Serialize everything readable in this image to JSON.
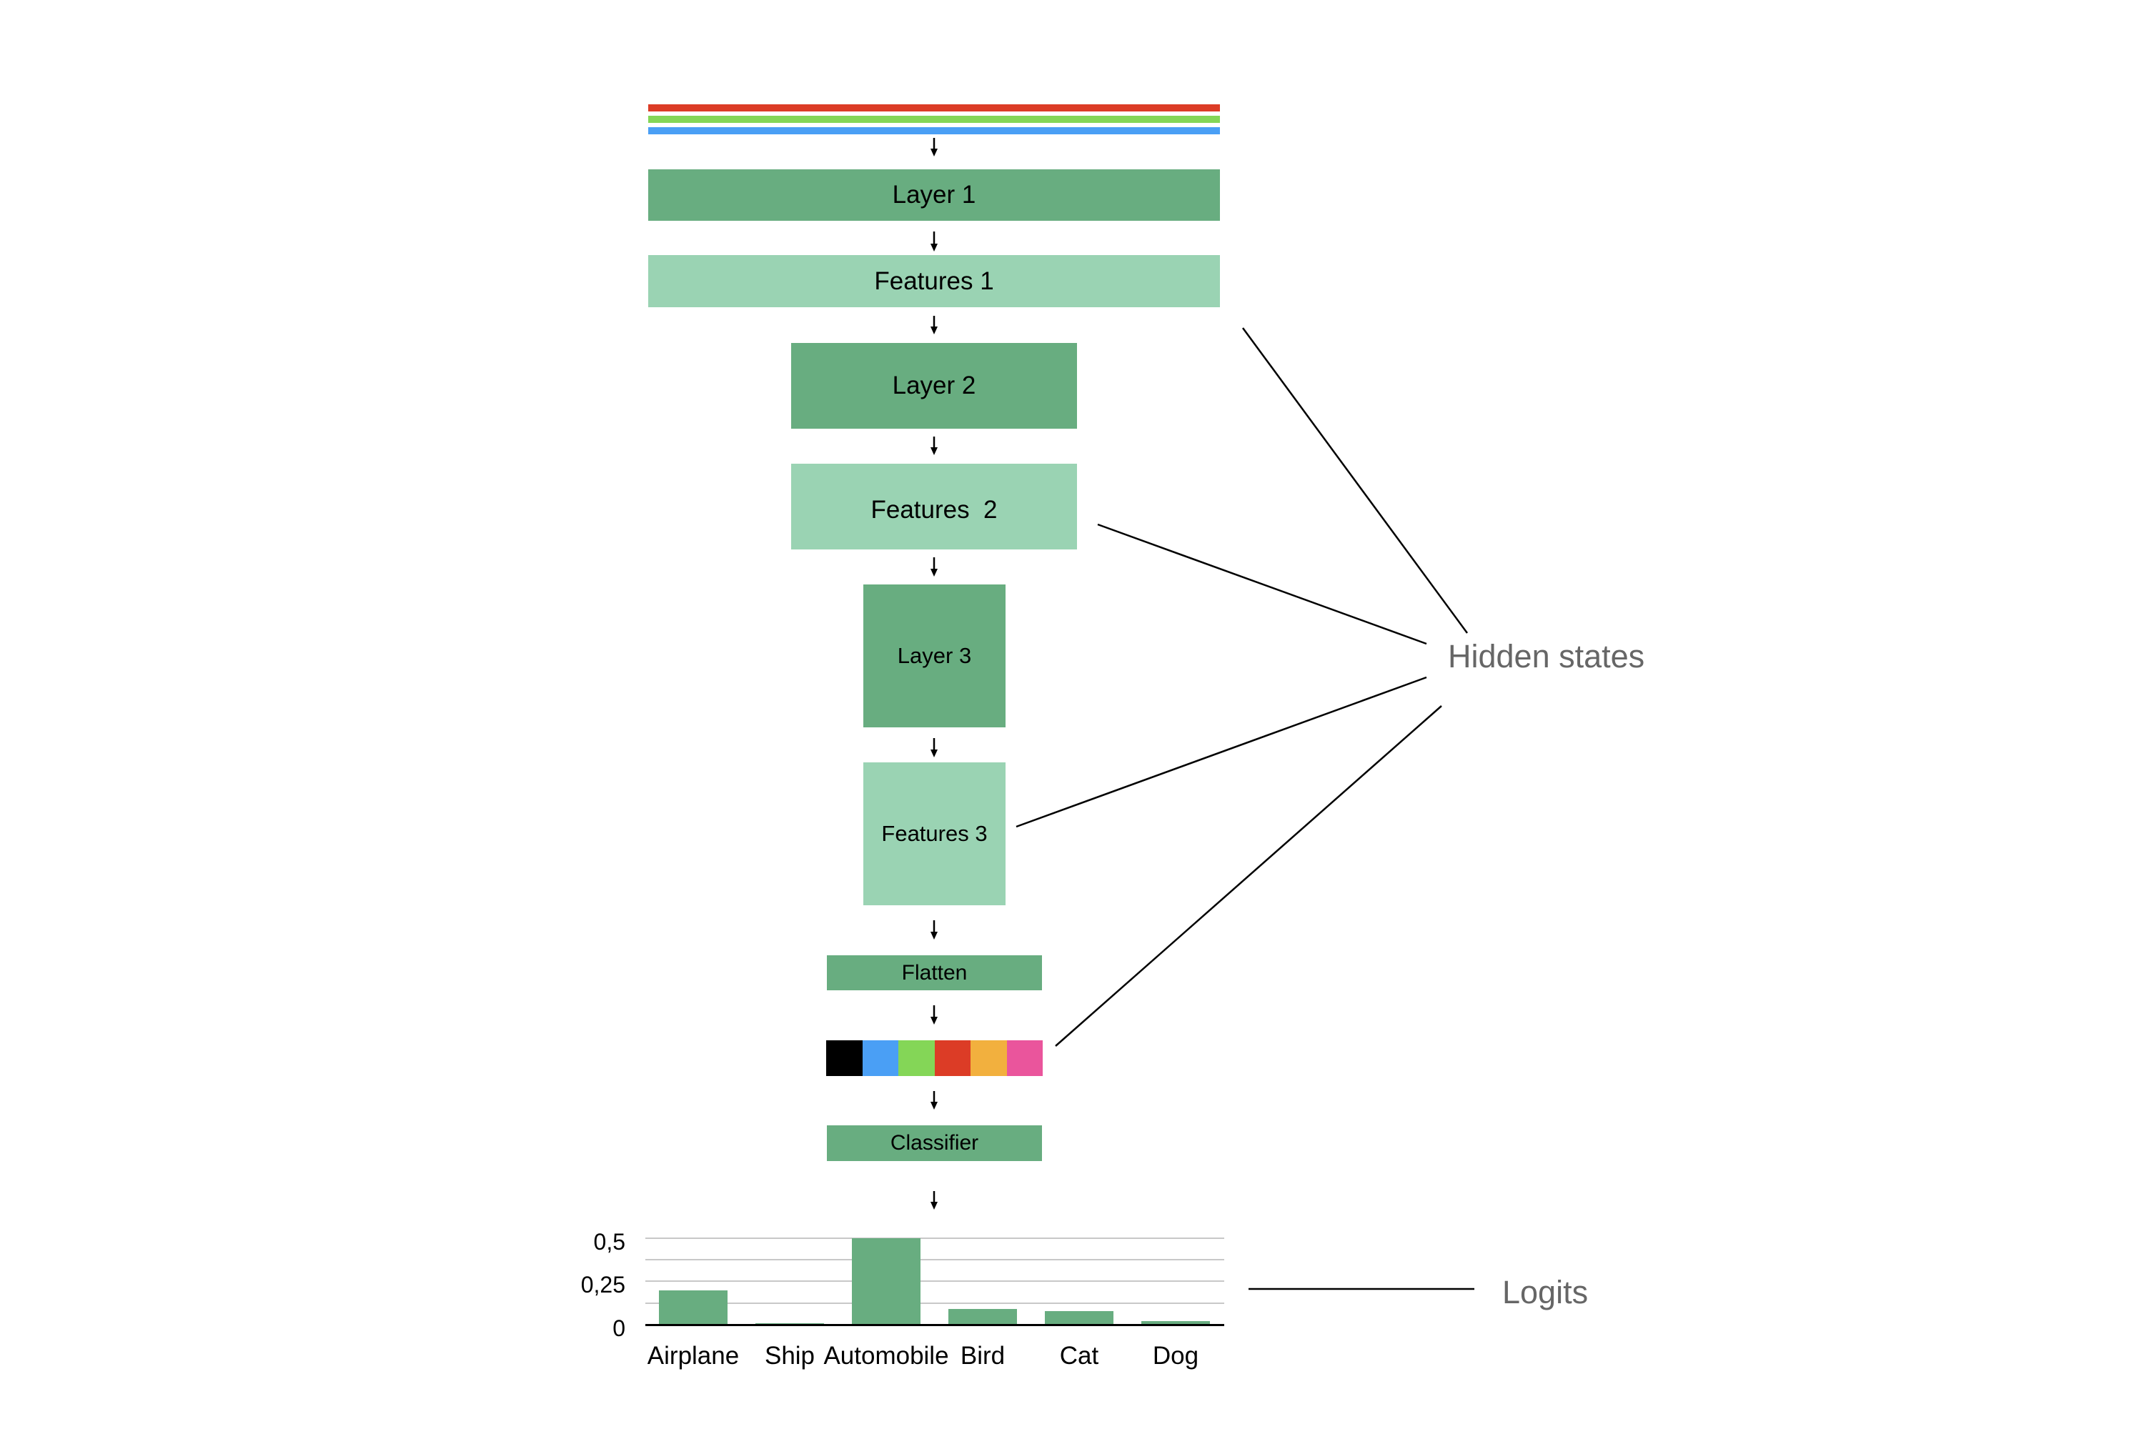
{
  "colors": {
    "layer_box": "#68ad80",
    "feature_box": "#9ad3b3",
    "callout_text": "#666666",
    "input_channels": [
      "#dc3c26",
      "#84d657",
      "#4a9ff5"
    ],
    "vector_cells": [
      "#000000",
      "#4a9ff5",
      "#84d657",
      "#dc3c26",
      "#f2b03e",
      "#ea559c"
    ]
  },
  "pipeline": {
    "input": {
      "label": "",
      "channels": [
        "red",
        "green",
        "blue"
      ]
    },
    "layer1": "Layer 1",
    "features1": "Features 1",
    "layer2": "Layer 2",
    "features2": "Features  2",
    "layer3": "Layer 3",
    "features3": "Features 3",
    "flatten": "Flatten",
    "vector": {
      "cells": 6
    },
    "classifier": "Classifier"
  },
  "callouts": {
    "hidden_states": "Hidden states",
    "logits": "Logits"
  },
  "chart_data": {
    "type": "bar",
    "title": "",
    "xlabel": "",
    "ylabel": "",
    "categories": [
      "Airplane",
      "Ship",
      "Automobile",
      "Bird",
      "Cat",
      "Dog"
    ],
    "values": [
      0.2,
      0.01,
      0.5,
      0.09,
      0.08,
      0.02
    ],
    "ylim": [
      0,
      0.5
    ],
    "yticks": [
      "0",
      "0,25",
      "0,5"
    ],
    "gridlines": [
      0,
      0.125,
      0.25,
      0.375,
      0.5
    ],
    "grid": true,
    "legend": "none",
    "bar_color": "#68ad80"
  }
}
